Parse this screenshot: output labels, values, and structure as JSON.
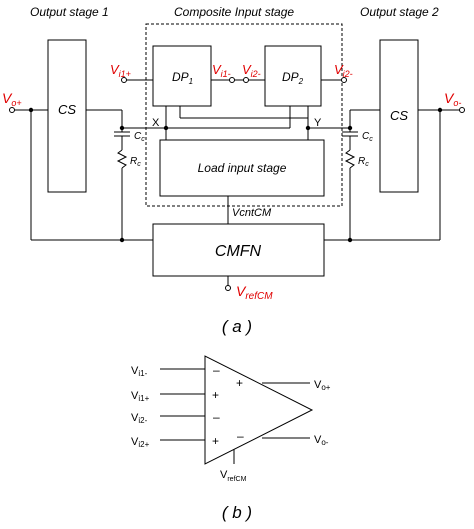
{
  "colors": {
    "signal": "#e00000",
    "wire": "#000000"
  },
  "part_a": {
    "section_labels": {
      "output_stage_1": "Output  stage 1",
      "composite_input_stage": "Composite Input stage",
      "output_stage_2": "Output  stage 2"
    },
    "blocks": {
      "cs_left": "CS",
      "cs_right": "CS",
      "dp1": {
        "main": "DP",
        "sub": "1"
      },
      "dp2": {
        "main": "DP",
        "sub": "2"
      },
      "load_input_stage": "Load input stage",
      "cmfn": "CMFN"
    },
    "signals": {
      "vo_plus": {
        "main": "V",
        "sub": "o+"
      },
      "vo_minus": {
        "main": "V",
        "sub": "o-"
      },
      "vi1_plus": {
        "main": "V",
        "sub": "i1+"
      },
      "vi1_minus": {
        "main": "V",
        "sub": "i1-"
      },
      "vi2_minus_left": {
        "main": "V",
        "sub": "i2-"
      },
      "vi2_minus_right": {
        "main": "V",
        "sub": "i2-"
      },
      "vref_cm": {
        "main": "V",
        "sub": "refCM"
      }
    },
    "node_labels": {
      "x": "X",
      "y": "Y",
      "vcntcm": "VcntCM",
      "cc_left": {
        "main": "C",
        "sub": "c"
      },
      "rc_left": {
        "main": "R",
        "sub": "c"
      },
      "cc_right": {
        "main": "C",
        "sub": "c"
      },
      "rc_right": {
        "main": "R",
        "sub": "c"
      }
    },
    "caption": "( a )"
  },
  "part_b": {
    "inputs": [
      {
        "main": "V",
        "sub": "i1-"
      },
      {
        "main": "V",
        "sub": "i1+"
      },
      {
        "main": "V",
        "sub": "i2-"
      },
      {
        "main": "V",
        "sub": "i2+"
      }
    ],
    "input_signs": [
      "–",
      "+",
      "–",
      "+"
    ],
    "output_signs": [
      "+",
      "–"
    ],
    "outputs": [
      {
        "main": "V",
        "sub": "o+"
      },
      {
        "main": "V",
        "sub": "o-"
      }
    ],
    "ref": {
      "main": "V",
      "sub": "refCM"
    },
    "caption": "( b )"
  }
}
